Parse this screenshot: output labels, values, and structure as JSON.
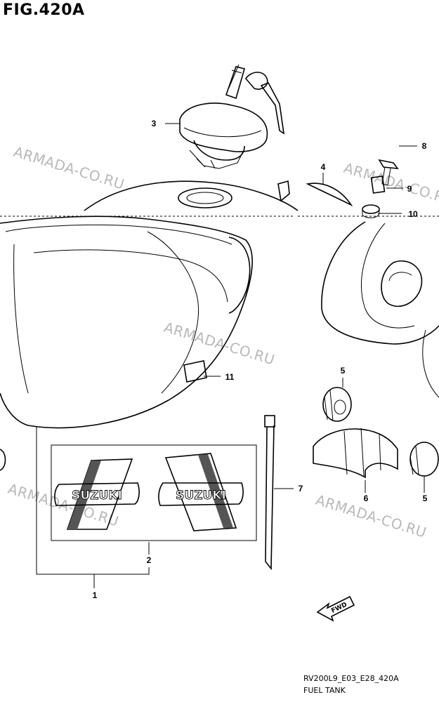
{
  "figure": {
    "title": "FIG.420A",
    "code": "RV200L9_E03_E28_420A",
    "name": "FUEL TANK"
  },
  "watermark": "ARMADA-CO.RU",
  "callouts": [
    "1",
    "2",
    "3",
    "4",
    "5",
    "5",
    "6",
    "7",
    "8",
    "9",
    "10",
    "11"
  ],
  "decals": {
    "logo_text": "SUZUKI"
  },
  "direction_arrow": "FWD"
}
